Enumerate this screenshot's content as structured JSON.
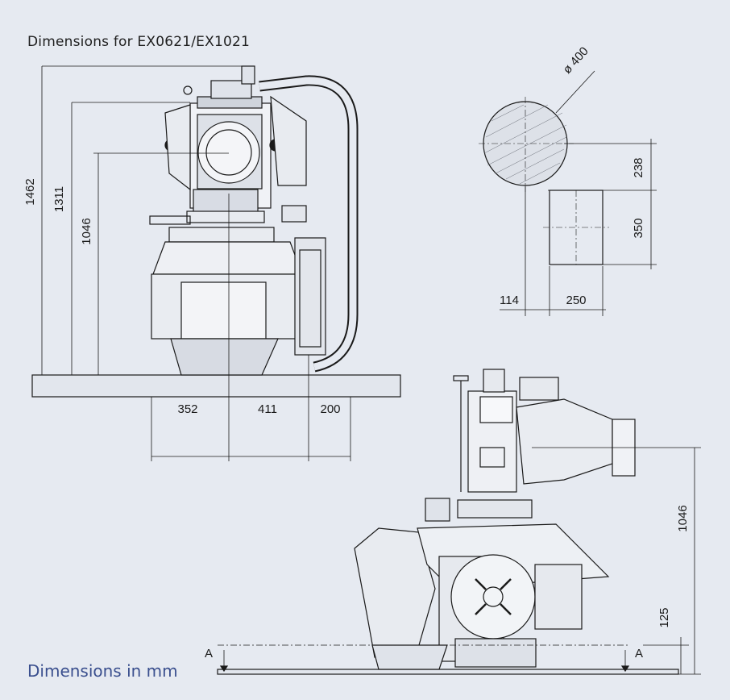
{
  "title": "Dimensions for EX0621/EX1021",
  "footer": "Dimensions in mm",
  "dimensions": {
    "h1462": "1462",
    "h1311": "1311",
    "h1046_left": "1046",
    "w352": "352",
    "w411": "411",
    "w200": "200",
    "diameter": "ø 400",
    "h238": "238",
    "h350": "350",
    "w114": "114",
    "w250": "250",
    "h1046_right": "1046",
    "h125": "125"
  },
  "section_marks": {
    "left": "A",
    "right": "A"
  },
  "colors": {
    "background": "#e6eaf1",
    "line": "#1a1a1a",
    "accent": "#3a4f8e"
  }
}
